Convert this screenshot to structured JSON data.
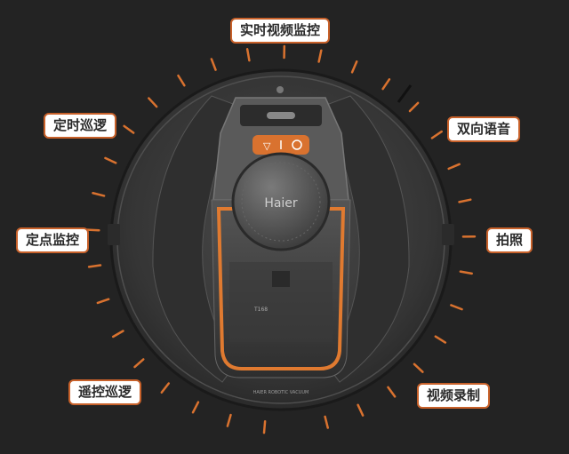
{
  "labels": {
    "top": "实时视频监控",
    "top_left": "定时巡逻",
    "left": "定点监控",
    "bottom_left": "遥控巡逻",
    "top_right": "双向语音",
    "right": "拍照",
    "bottom_right": "视频录制"
  },
  "robot": {
    "brand": "Haier",
    "model_text": "T168",
    "bottom_text": "HAIER ROBOTIC VACUUM"
  },
  "colors": {
    "background": "#232323",
    "accent": "#e07a30",
    "label_border": "#c8612a",
    "robot_shell": "#3b3b3b"
  }
}
